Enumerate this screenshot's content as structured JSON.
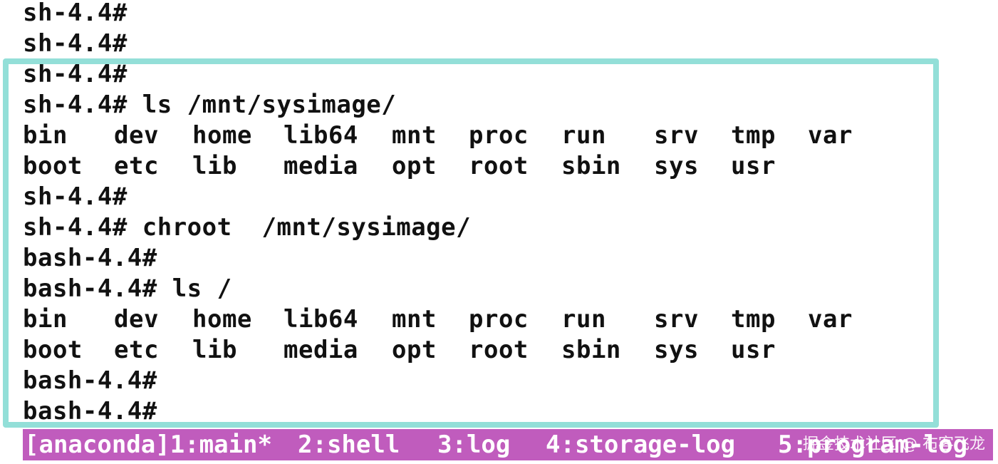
{
  "terminal": {
    "lines": [
      "sh-4.4#",
      "sh-4.4#",
      "sh-4.4#",
      "sh-4.4# ls /mnt/sysimage/",
      [
        "bin",
        "dev",
        "home",
        "lib64",
        "mnt",
        "proc",
        "run",
        "srv",
        "tmp",
        "var"
      ],
      [
        "boot",
        "etc",
        "lib",
        "media",
        "opt",
        "root",
        "sbin",
        "sys",
        "usr"
      ],
      "sh-4.4#",
      "sh-4.4# chroot  /mnt/sysimage/",
      "bash-4.4#",
      "bash-4.4# ls /",
      [
        "bin",
        "dev",
        "home",
        "lib64",
        "mnt",
        "proc",
        "run",
        "srv",
        "tmp",
        "var"
      ],
      [
        "boot",
        "etc",
        "lib",
        "media",
        "opt",
        "root",
        "sbin",
        "sys",
        "usr"
      ],
      "bash-4.4#",
      "bash-4.4#"
    ]
  },
  "statusbar": {
    "items": [
      "[anaconda]1:main*",
      "2:shell",
      "3:log",
      "4:storage-log",
      "5:program-log"
    ]
  },
  "watermark": "掘金技术社区 @ 布客飞龙",
  "colors": {
    "highlight_border": "#93dfd8",
    "statusbar_bg": "#c05cbd",
    "text": "#111111"
  }
}
